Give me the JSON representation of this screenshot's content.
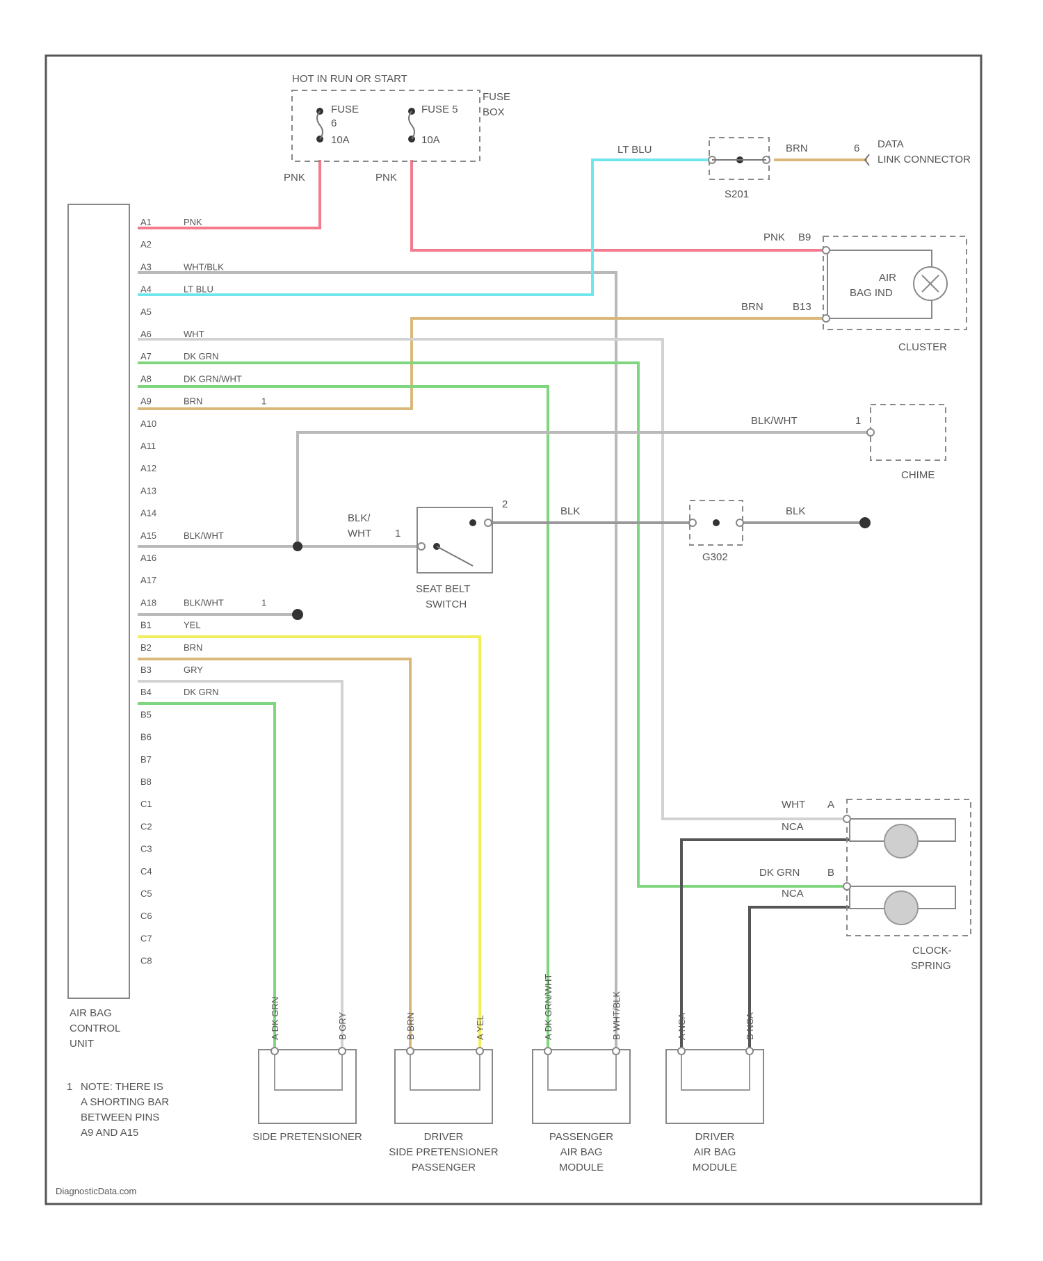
{
  "power": {
    "title": "HOT IN RUN OR START",
    "fuse1_name": "FUSE",
    "fuse1_num": "6",
    "fuse1_amp": "10A",
    "fuse2_name": "FUSE 5",
    "fuse2_amp": "10A",
    "fusebox_line1": "FUSE",
    "fusebox_line2": "BOX",
    "wire_left": "PNK",
    "wire_right": "PNK"
  },
  "control_unit": {
    "label_line1": "AIR BAG",
    "label_line2": "CONTROL",
    "label_line3": "UNIT",
    "pins": [
      "A1",
      "A2",
      "A3",
      "A4",
      "A5",
      "A6",
      "A7",
      "A8",
      "A9",
      "A10",
      "A11",
      "A12",
      "A13",
      "A14",
      "A15",
      "A16",
      "A17",
      "A18",
      "B1",
      "B2",
      "B3",
      "B4",
      "B5",
      "B6",
      "B7",
      "B8",
      "C1",
      "C2",
      "C3",
      "C4",
      "C5",
      "C6",
      "C7",
      "C8"
    ],
    "pin_wires": {
      "A1": "PNK",
      "A3": "WHT/BLK",
      "A4": "LT BLU",
      "A6": "WHT",
      "A7": "DK GRN",
      "A8": "DK GRN/WHT",
      "A9": "BRN",
      "A15": "BLK/WHT",
      "A18": "BLK/WHT",
      "B1": "YEL",
      "B2": "BRN",
      "B3": "GRY",
      "B4": "DK GRN"
    },
    "footnote_marks": {
      "A9": "1",
      "A18": "1"
    }
  },
  "data_link": {
    "wire_in": "LT BLU",
    "splice": "S201",
    "wire_out": "BRN",
    "pin": "6",
    "label_line1": "DATA",
    "label_line2": "LINK CONNECTOR"
  },
  "cluster": {
    "wire_top": "PNK",
    "pin_top": "B9",
    "indicator_line1": "AIR",
    "indicator_line2": "BAG IND",
    "wire_bottom": "BRN",
    "pin_bottom": "B13",
    "label": "CLUSTER"
  },
  "chime": {
    "wire": "BLK/WHT",
    "pin": "1",
    "label": "CHIME"
  },
  "seat_belt": {
    "wire_in_line1": "BLK/",
    "wire_in_line2": "WHT",
    "pin_in": "1",
    "pin_out": "2",
    "wire_out": "BLK",
    "splice": "G302",
    "wire_ground": "BLK",
    "label_line1": "SEAT BELT",
    "label_line2": "SWITCH"
  },
  "clockspring": {
    "wire_a": "WHT",
    "pin_a": "A",
    "wire_a2": "NCA",
    "wire_b": "DK GRN",
    "pin_b": "B",
    "wire_b2": "NCA",
    "label_line1": "CLOCK-",
    "label_line2": "SPRING"
  },
  "modules": [
    {
      "wire_a": "DK GRN",
      "pin_a": "A",
      "wire_b": "GRY",
      "pin_b": "B",
      "label": [
        "SIDE PRETENSIONER"
      ]
    },
    {
      "wire_a": "BRN",
      "pin_a": "B",
      "wire_b": "YEL",
      "pin_b": "A",
      "label": [
        "DRIVER",
        "SIDE PRETENSIONER",
        "PASSENGER"
      ]
    },
    {
      "wire_a": "DK GRN/WHT",
      "pin_a": "A",
      "wire_b": "WHT/BLK",
      "pin_b": "B",
      "label": [
        "PASSENGER",
        "AIR BAG",
        "MODULE"
      ]
    },
    {
      "wire_a": "NCA",
      "pin_a": "A",
      "wire_b": "NCA",
      "pin_b": "B",
      "label": [
        "DRIVER",
        "AIR BAG",
        "MODULE"
      ]
    }
  ],
  "note": {
    "mark": "1",
    "line1": "NOTE: THERE IS",
    "line2": "A SHORTING BAR",
    "line3": "BETWEEN PINS",
    "line4": "A9 AND A15"
  },
  "watermark": "DiagnosticData.com",
  "colors": {
    "pnk": "#f47a8e",
    "lt_blu": "#6fe6ee",
    "brn": "#d9b87a",
    "dk_grn": "#7fd67f",
    "yel": "#f2ee5a",
    "gray": "#b9b9b9",
    "blk": "#666666",
    "nca": "#555555",
    "wht": "#d2d2d2"
  }
}
